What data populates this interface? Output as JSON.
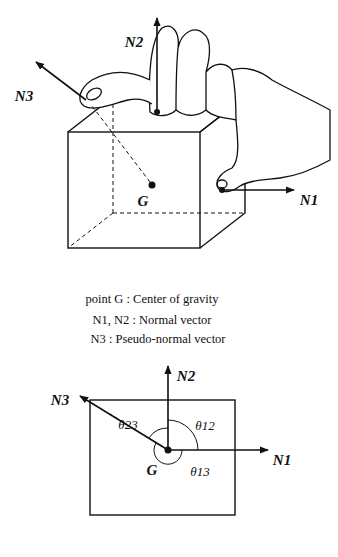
{
  "diagram": {
    "labels": [
      "N3",
      "N2",
      "G",
      "N1",
      "point G : Center of gravity",
      "N1, N2 : Normal vector",
      "N3 : Pseudo-normal vector",
      "N2",
      "N3",
      "θ23",
      "θ12",
      "G",
      "θ13",
      "N1"
    ]
  }
}
